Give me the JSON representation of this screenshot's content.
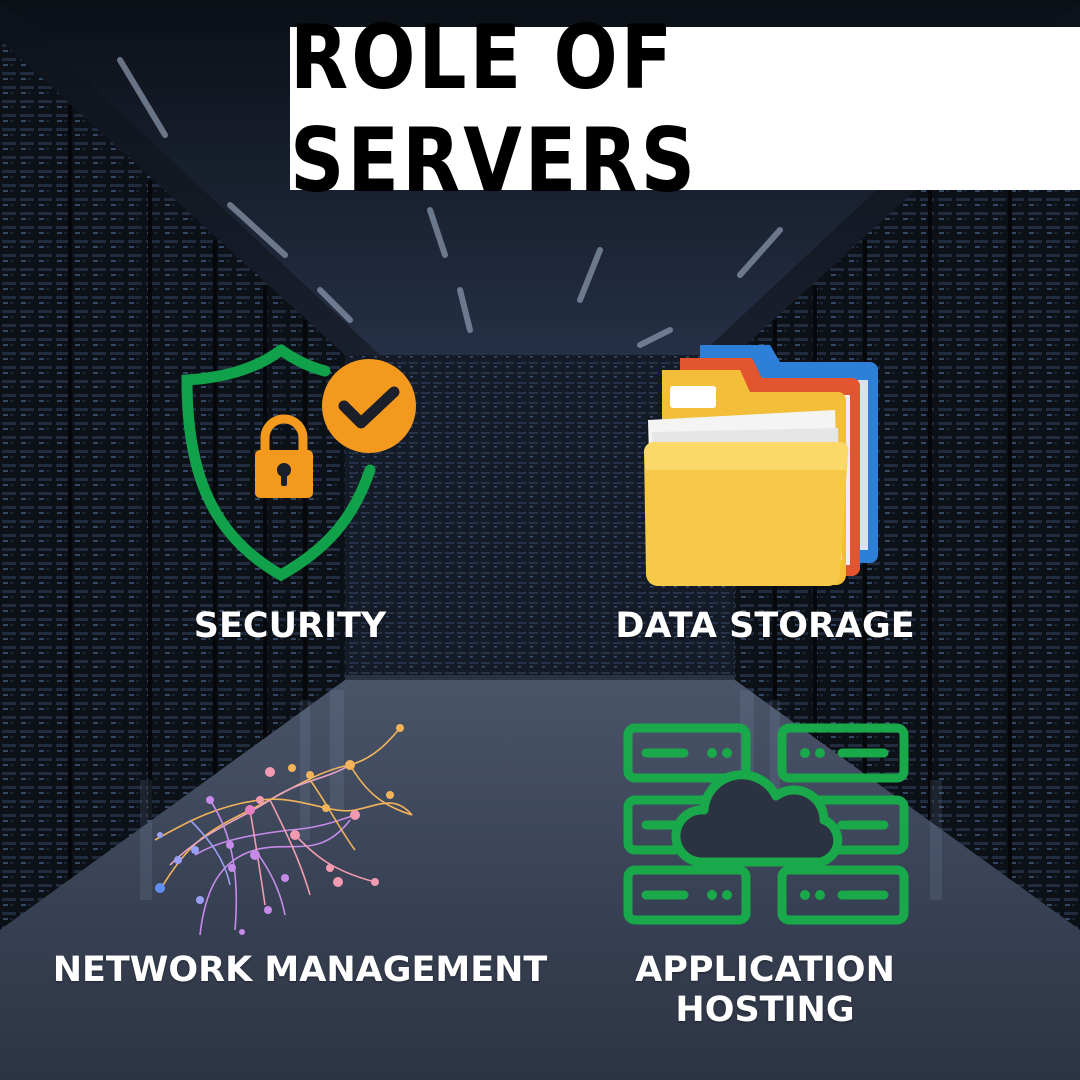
{
  "title": "ROLE OF SERVERS",
  "items": [
    {
      "label": "SECURITY",
      "icon": "security-shield-icon"
    },
    {
      "label": "DATA STORAGE",
      "icon": "folders-icon"
    },
    {
      "label": "NETWORK MANAGEMENT",
      "icon": "network-graph-icon"
    },
    {
      "label": "APPLICATION",
      "label2": "HOSTING",
      "icon": "cloud-server-icon"
    }
  ],
  "colors": {
    "title_bg": "#ffffff",
    "title_text": "#000000",
    "shield_green": "#11a14a",
    "check_orange": "#f39a1e",
    "hosting_green": "#19a84a",
    "label_text": "#ffffff"
  }
}
